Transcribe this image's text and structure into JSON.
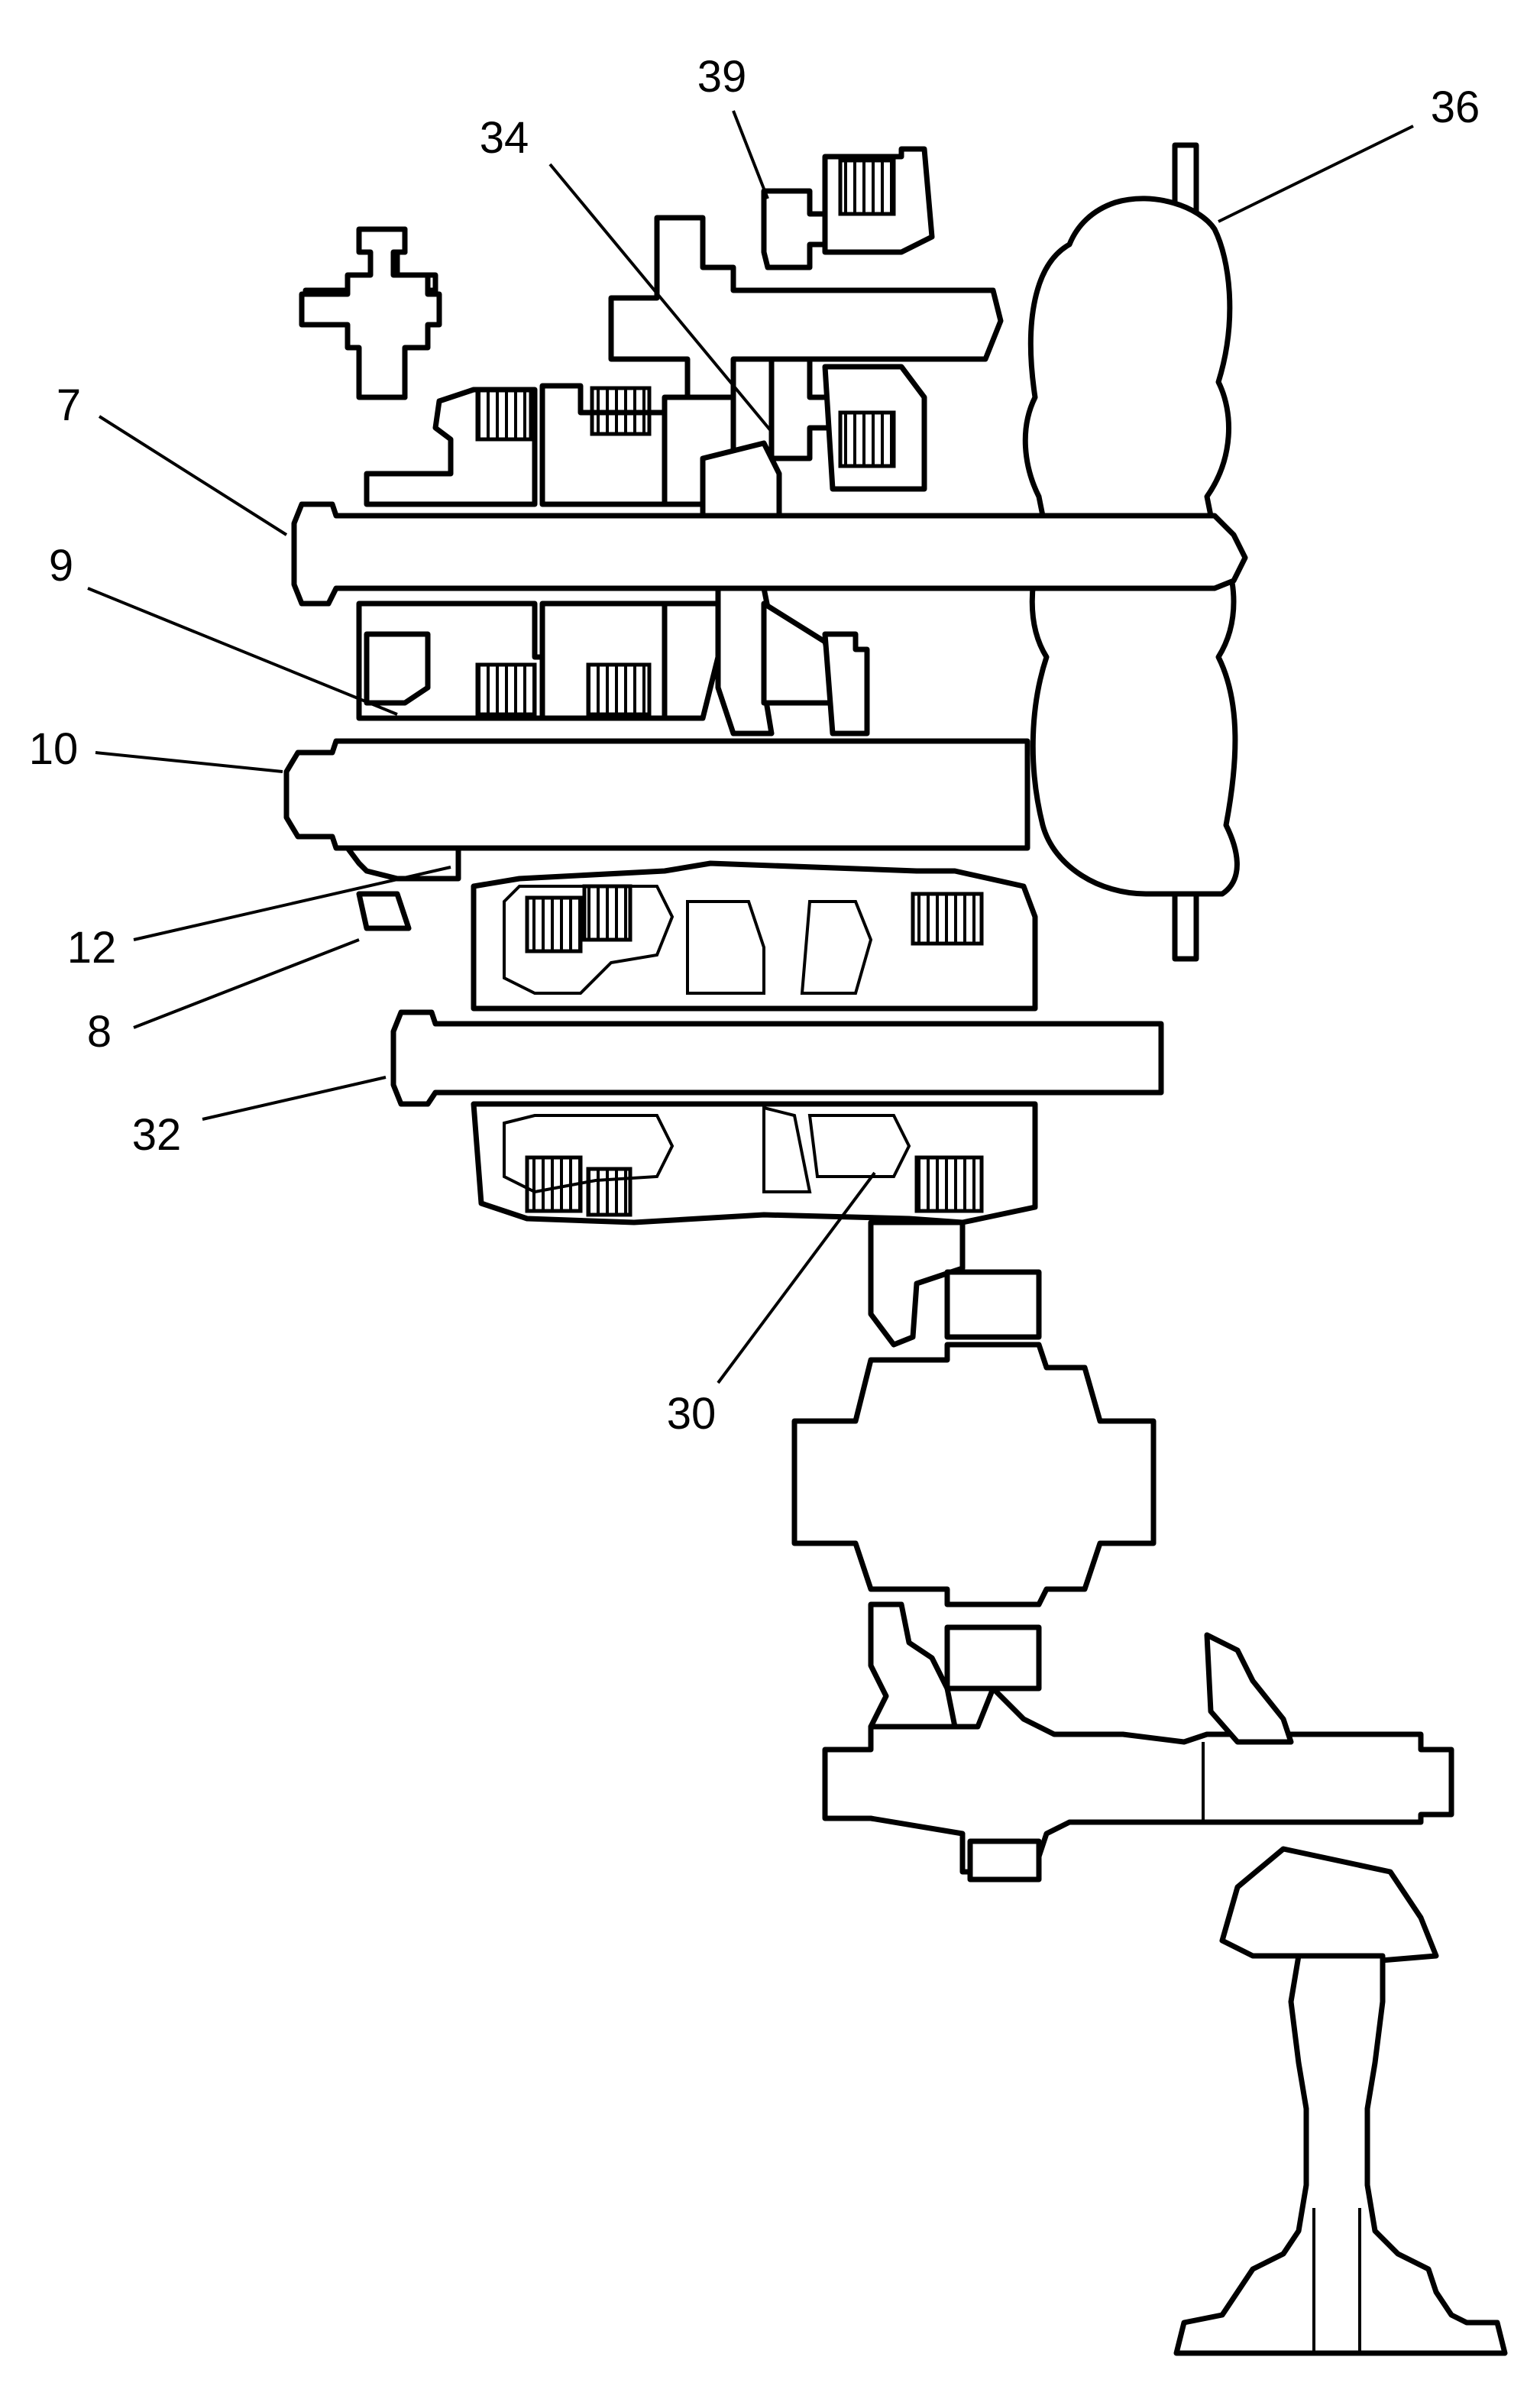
{
  "callouts": [
    {
      "id": "callout-7",
      "label": "7"
    },
    {
      "id": "callout-9",
      "label": "9"
    },
    {
      "id": "callout-10",
      "label": "10"
    },
    {
      "id": "callout-12",
      "label": "12"
    },
    {
      "id": "callout-8",
      "label": "8"
    },
    {
      "id": "callout-32",
      "label": "32"
    },
    {
      "id": "callout-30",
      "label": "30"
    },
    {
      "id": "callout-34",
      "label": "34"
    },
    {
      "id": "callout-39",
      "label": "39"
    },
    {
      "id": "callout-36",
      "label": "36"
    }
  ]
}
